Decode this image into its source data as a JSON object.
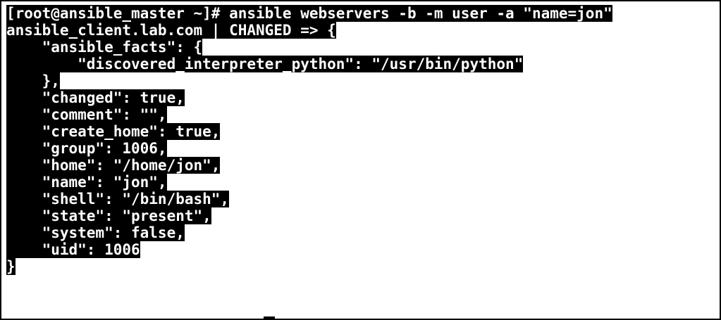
{
  "terminal": {
    "command_line": "[root@ansible_master ~]# ansible webservers -b -m user -a \"name=jon\"",
    "output": [
      "ansible_client.lab.com | CHANGED => {",
      "    \"ansible_facts\": {",
      "        \"discovered_interpreter_python\": \"/usr/bin/python\"",
      "    },",
      "    \"changed\": true,",
      "    \"comment\": \"\",",
      "    \"create_home\": true,",
      "    \"group\": 1006,",
      "    \"home\": \"/home/jon\",",
      "    \"name\": \"jon\",",
      "    \"shell\": \"/bin/bash\",",
      "    \"state\": \"present\",",
      "    \"system\": false,",
      "    \"uid\": 1006",
      "}"
    ]
  },
  "colors": {
    "background": "#ffffff",
    "text_highlight": "#000000",
    "text": "#ffffff"
  }
}
